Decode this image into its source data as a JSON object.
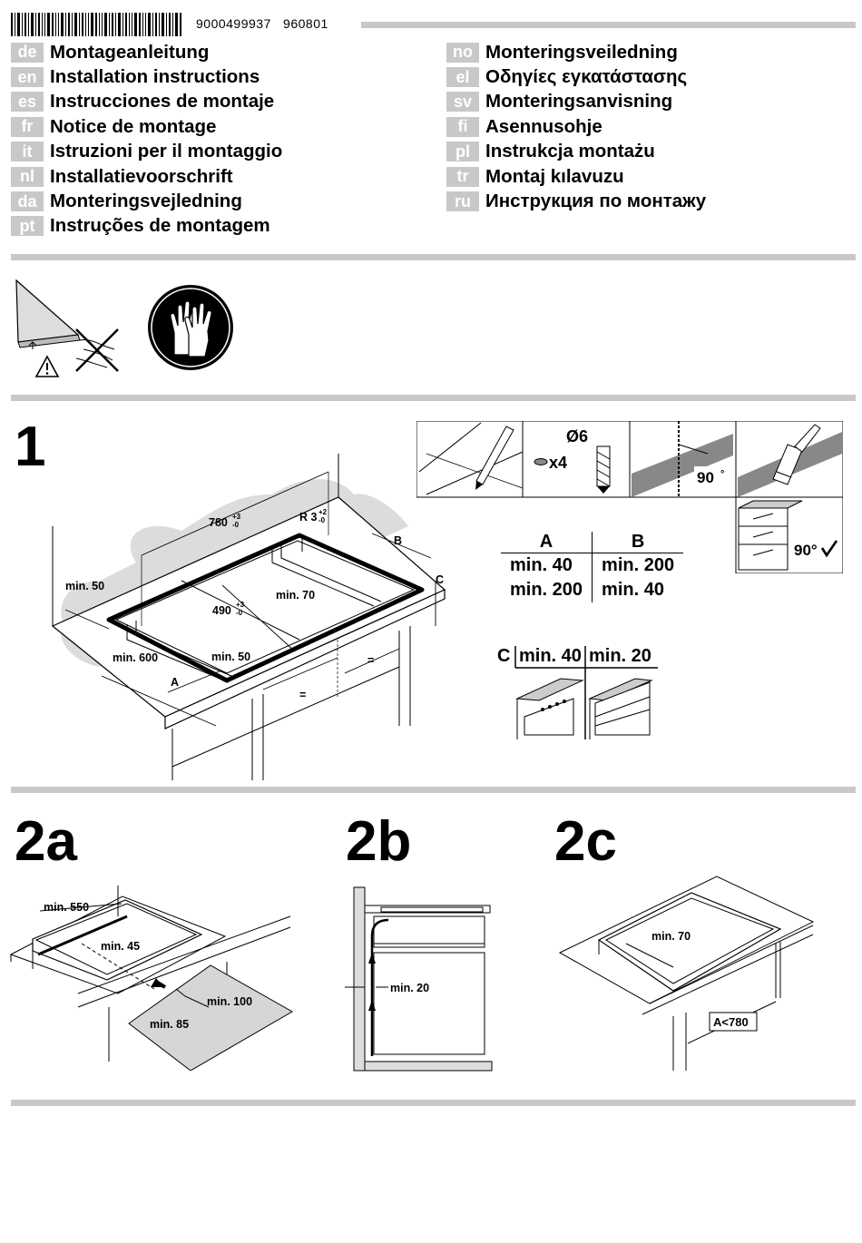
{
  "header": {
    "doc_number": "9000499937",
    "doc_code": "960801"
  },
  "languages_left": [
    {
      "code": "de",
      "label": "Montageanleitung"
    },
    {
      "code": "en",
      "label": "Installation instructions"
    },
    {
      "code": "es",
      "label": "Instrucciones de montaje"
    },
    {
      "code": "fr",
      "label": "Notice de montage"
    },
    {
      "code": "it",
      "label": "Istruzioni per il montaggio"
    },
    {
      "code": "nl",
      "label": "Installatievoorschrift"
    },
    {
      "code": "da",
      "label": "Monteringsvejledning"
    },
    {
      "code": "pt",
      "label": "Instruções de montagem"
    }
  ],
  "languages_right": [
    {
      "code": "no",
      "label": "Monteringsveiledning"
    },
    {
      "code": "el",
      "label": "Οδηγίες εγκατάστασης"
    },
    {
      "code": "sv",
      "label": "Monteringsanvisning"
    },
    {
      "code": "fi",
      "label": "Asennusohje"
    },
    {
      "code": "pl",
      "label": "Instrukcja montażu"
    },
    {
      "code": "tr",
      "label": "Montaj kılavuzu"
    },
    {
      "code": "ru",
      "label": "Инструкция по монтажу"
    }
  ],
  "safety": {
    "warning_icon": "warning-triangle-icon",
    "gloves_icon": "gloves-icon",
    "do_not_icon": "cross-icon"
  },
  "step1": {
    "number": "1",
    "dims": {
      "width": "780",
      "width_tol_top": "+3",
      "width_tol_bottom": "-0",
      "depth": "490",
      "depth_tol_top": "+3",
      "depth_tol_bottom": "-0",
      "radius": "R 3",
      "radius_tol_top": "+2",
      "radius_tol_bottom": "-0",
      "min50_left": "min. 50",
      "min70": "min. 70",
      "min600": "min. 600",
      "min50_front": "min. 50",
      "label_a": "A",
      "label_b": "B",
      "label_c": "C",
      "equal1": "=",
      "equal2": "="
    },
    "tools": {
      "drill_diameter": "Ø6",
      "holes_count": "x4",
      "angle1": "90",
      "angle1_unit": "°",
      "angle2": "90°"
    },
    "ab_table": {
      "headers": [
        "A",
        "B"
      ],
      "rows": [
        [
          "min. 40",
          "min. 200"
        ],
        [
          "min. 200",
          "min. 40"
        ]
      ]
    },
    "c_table": {
      "label": "C",
      "col1": "min. 40",
      "col2": "min. 20"
    }
  },
  "step2a": {
    "number": "2a",
    "min550": "min. 550",
    "min45": "min. 45",
    "min100": "min. 100",
    "min85": "min. 85"
  },
  "step2b": {
    "number": "2b",
    "min20": "min. 20"
  },
  "step2c": {
    "number": "2c",
    "min70": "min. 70",
    "a_limit": "A<780"
  }
}
